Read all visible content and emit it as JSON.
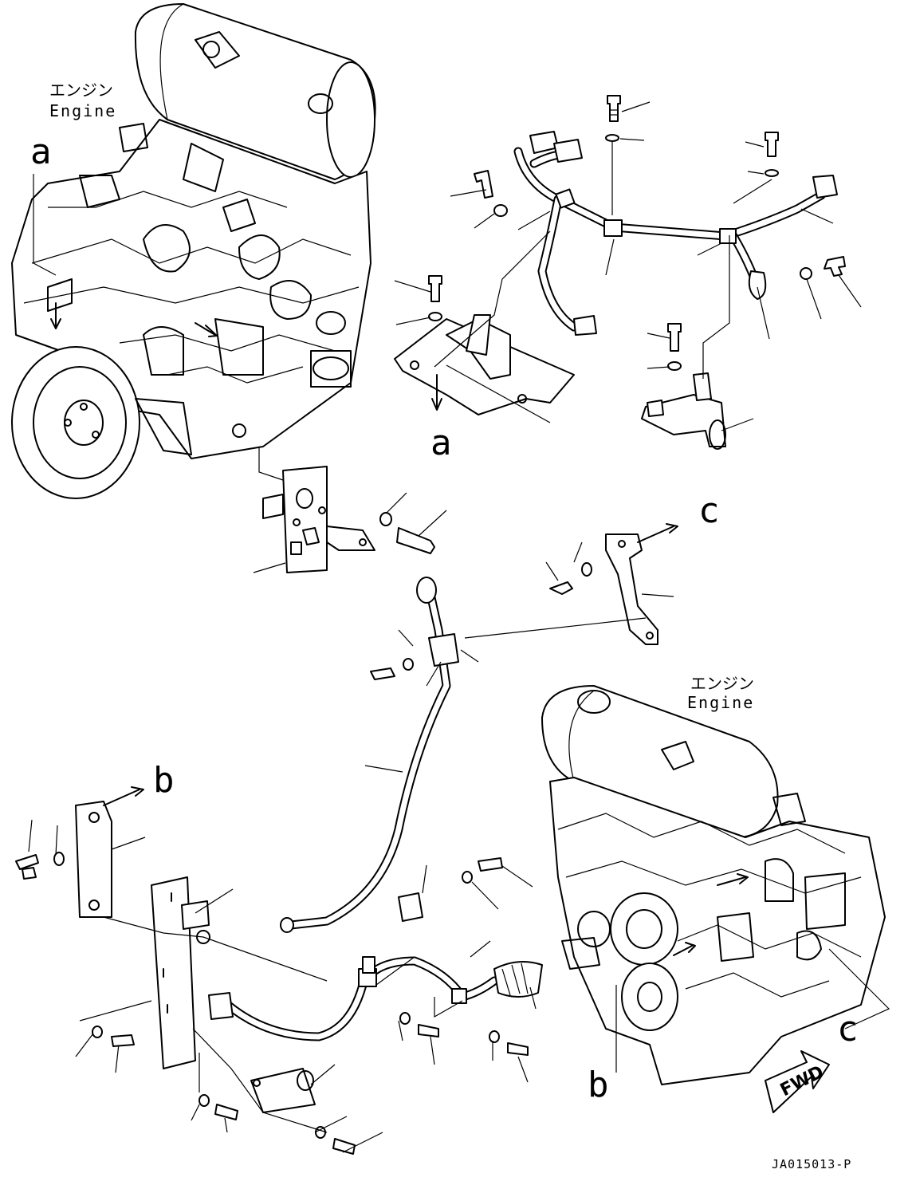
{
  "engine_label_top": {
    "jp": "エンジン",
    "en": "Engine"
  },
  "engine_label_bottom": {
    "jp": "エンジン",
    "en": "Engine"
  },
  "view_labels": {
    "a_top": "a",
    "a_bracket": "a",
    "b_arrow": "b",
    "b_engine": "b",
    "c_arrow": "c",
    "c_engine": "c"
  },
  "fwd_label": "FWD",
  "drawing_code": "JA015013-P"
}
